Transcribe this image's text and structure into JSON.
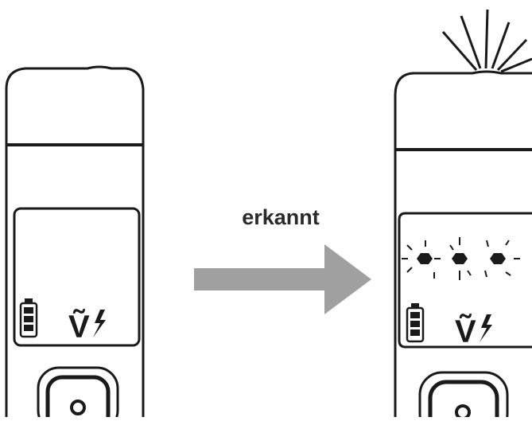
{
  "diagram": {
    "arrow_label": "erkannt",
    "voltage_symbol_left": "Ṽ",
    "voltage_symbol_right": "Ṽ",
    "colors": {
      "outline": "#1a1a1a",
      "arrow": "#a0a0a0",
      "background": "#ffffff"
    }
  }
}
